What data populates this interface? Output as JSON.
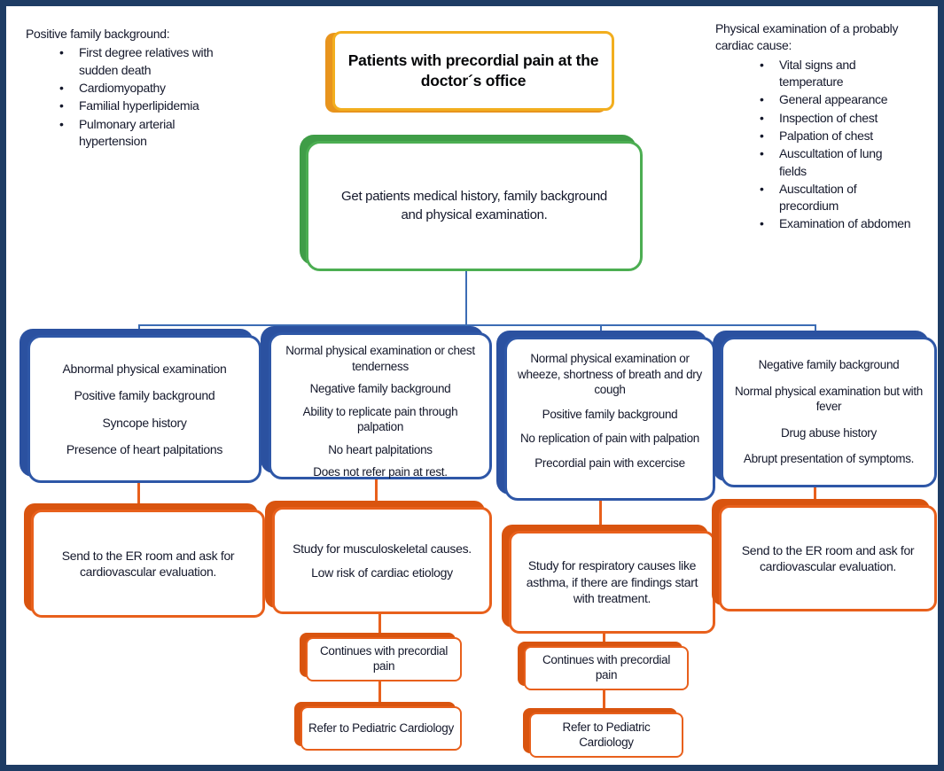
{
  "colors": {
    "navy_frame": "#1e3c64",
    "text": "#14182b",
    "title_border": "#f2ae1e",
    "title_shadow": "#e8941d",
    "green_border": "#4cae52",
    "green_shadow": "#3f9d47",
    "blue_border": "#2e57a7",
    "blue_shadow": "#2b51a0",
    "orange_border": "#e8601c",
    "orange_shadow": "#d9540f",
    "blue_connector": "#3c6cb4",
    "orange_connector": "#e8601c"
  },
  "side_notes": {
    "left": {
      "title": "Positive family background:",
      "items": [
        "First degree relatives with sudden death",
        "Cardiomyopathy",
        "Familial hyperlipidemia",
        "Pulmonary arterial hypertension"
      ]
    },
    "right": {
      "title": "Physical examination of a probably cardiac cause:",
      "items": [
        "Vital signs and temperature",
        "General appearance",
        "Inspection of chest",
        "Palpation of chest",
        "Auscultation of lung fields",
        "Auscultation of precordium",
        "Examination of abdomen"
      ]
    }
  },
  "flow": {
    "start": "Patients with precordial pain at the doctor´s office",
    "intake": "Get patients medical history, family background and physical examination.",
    "branches": [
      {
        "criteria": [
          "Abnormal physical examination",
          "Positive family background",
          "Syncope history",
          "Presence of heart palpitations"
        ],
        "action": [
          "Send to the ER room and ask for cardiovascular evaluation."
        ]
      },
      {
        "criteria": [
          "Normal physical examination or chest tenderness",
          "Negative family background",
          "Ability to replicate pain through palpation",
          "No heart palpitations",
          "Does not refer pain at rest."
        ],
        "action": [
          "Study for musculoskeletal causes.",
          "Low risk of cardiac etiology"
        ],
        "followups": [
          "Continues with precordial pain",
          "Refer to Pediatric Cardiology"
        ]
      },
      {
        "criteria": [
          "Normal physical examination or wheeze, shortness of breath and dry cough",
          "Positive family background",
          "No replication of pain with palpation",
          "Precordial pain with excercise"
        ],
        "action": [
          "Study for respiratory causes like asthma, if there are findings start with treatment."
        ],
        "followups": [
          "Continues with precordial pain",
          "Refer to Pediatric Cardiology"
        ]
      },
      {
        "criteria": [
          "Negative family background",
          "Normal physical examination but with fever",
          "Drug abuse history",
          "Abrupt presentation of symptoms."
        ],
        "action": [
          "Send to the ER room and ask for cardiovascular evaluation."
        ]
      }
    ]
  }
}
